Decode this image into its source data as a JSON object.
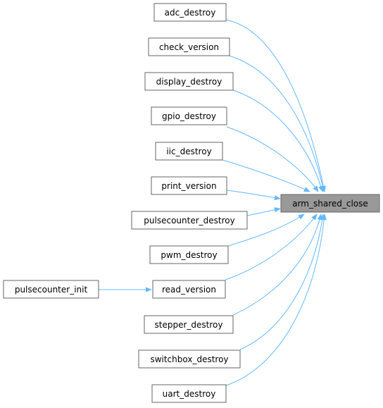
{
  "graph": {
    "target": "arm_shared_close",
    "callers": [
      "adc_destroy",
      "check_version",
      "display_destroy",
      "gpio_destroy",
      "iic_destroy",
      "print_version",
      "pulsecounter_destroy",
      "pwm_destroy",
      "read_version",
      "stepper_destroy",
      "switchbox_destroy",
      "uart_destroy"
    ],
    "second_level": {
      "caller": "pulsecounter_init",
      "calls": "read_version"
    },
    "colors": {
      "edge": "#63b8ff",
      "node_border": "#666666",
      "target_fill": "#999999",
      "node_fill": "#ffffff"
    }
  }
}
